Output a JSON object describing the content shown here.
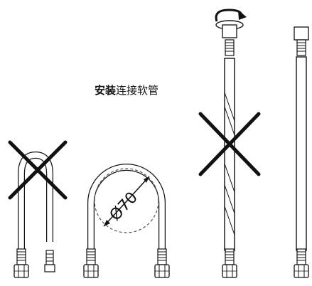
{
  "title": {
    "emphasis": "安装",
    "rest": "连接软管"
  },
  "bend_diameter": {
    "symbol": "Ø",
    "value": "70"
  },
  "figures": [
    {
      "name": "u-bend-too-tight",
      "status": "incorrect"
    },
    {
      "name": "u-bend-min-diameter",
      "status": "correct"
    },
    {
      "name": "twisted-hose",
      "status": "incorrect"
    },
    {
      "name": "straight-hose",
      "status": "correct"
    }
  ],
  "colors": {
    "line": "#111111",
    "hose": "#ffffff"
  }
}
